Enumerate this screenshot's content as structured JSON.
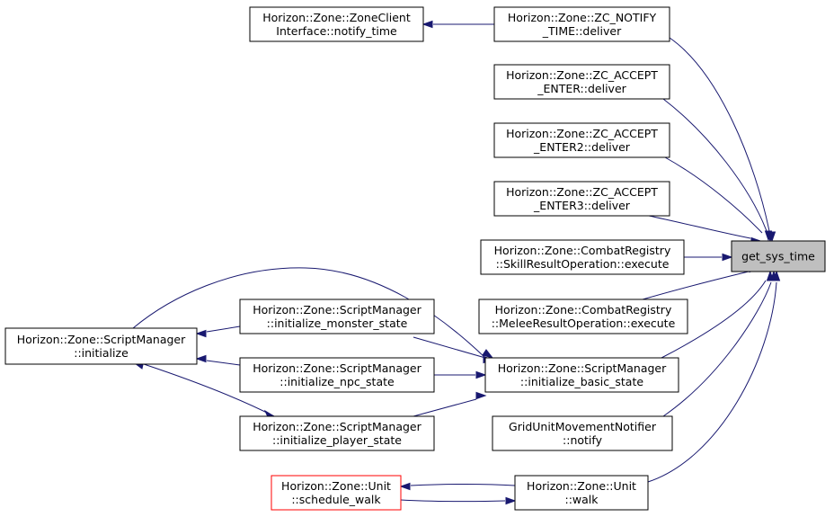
{
  "graph": {
    "nodes": {
      "get_sys_time": {
        "lines": [
          "get_sys_time"
        ]
      },
      "zoneclient_notify_time": {
        "lines": [
          "Horizon::Zone::ZoneClient",
          "Interface::notify_time"
        ]
      },
      "zc_notify_time_deliver": {
        "lines": [
          "Horizon::Zone::ZC_NOTIFY",
          "_TIME::deliver"
        ]
      },
      "zc_accept_enter_deliver": {
        "lines": [
          "Horizon::Zone::ZC_ACCEPT",
          "_ENTER::deliver"
        ]
      },
      "zc_accept_enter2_deliver": {
        "lines": [
          "Horizon::Zone::ZC_ACCEPT",
          "_ENTER2::deliver"
        ]
      },
      "zc_accept_enter3_deliver": {
        "lines": [
          "Horizon::Zone::ZC_ACCEPT",
          "_ENTER3::deliver"
        ]
      },
      "skillresult_execute": {
        "lines": [
          "Horizon::Zone::CombatRegistry",
          "::SkillResultOperation::execute"
        ]
      },
      "meleeresult_execute": {
        "lines": [
          "Horizon::Zone::CombatRegistry",
          "::MeleeResultOperation::execute"
        ]
      },
      "scriptmanager_initialize": {
        "lines": [
          "Horizon::Zone::ScriptManager",
          "::initialize"
        ]
      },
      "init_monster_state": {
        "lines": [
          "Horizon::Zone::ScriptManager",
          "::initialize_monster_state"
        ]
      },
      "init_npc_state": {
        "lines": [
          "Horizon::Zone::ScriptManager",
          "::initialize_npc_state"
        ]
      },
      "init_player_state": {
        "lines": [
          "Horizon::Zone::ScriptManager",
          "::initialize_player_state"
        ]
      },
      "init_basic_state": {
        "lines": [
          "Horizon::Zone::ScriptManager",
          "::initialize_basic_state"
        ]
      },
      "gridunit_notify": {
        "lines": [
          "GridUnitMovementNotifier",
          "::notify"
        ]
      },
      "unit_schedule_walk": {
        "lines": [
          "Horizon::Zone::Unit",
          "::schedule_walk"
        ]
      },
      "unit_walk": {
        "lines": [
          "Horizon::Zone::Unit",
          "::walk"
        ]
      }
    },
    "edges": [
      {
        "from": "zc_notify_time_deliver",
        "to": "zoneclient_notify_time"
      },
      {
        "from": "get_sys_time",
        "to": "zc_notify_time_deliver"
      },
      {
        "from": "get_sys_time",
        "to": "zc_accept_enter_deliver"
      },
      {
        "from": "get_sys_time",
        "to": "zc_accept_enter2_deliver"
      },
      {
        "from": "get_sys_time",
        "to": "zc_accept_enter3_deliver"
      },
      {
        "from": "get_sys_time",
        "to": "skillresult_execute"
      },
      {
        "from": "get_sys_time",
        "to": "meleeresult_execute"
      },
      {
        "from": "get_sys_time",
        "to": "init_basic_state"
      },
      {
        "from": "get_sys_time",
        "to": "gridunit_notify"
      },
      {
        "from": "get_sys_time",
        "to": "unit_walk"
      },
      {
        "from": "init_basic_state",
        "to": "scriptmanager_initialize"
      },
      {
        "from": "init_basic_state",
        "to": "init_monster_state"
      },
      {
        "from": "init_basic_state",
        "to": "init_npc_state"
      },
      {
        "from": "init_basic_state",
        "to": "init_player_state"
      },
      {
        "from": "init_monster_state",
        "to": "scriptmanager_initialize"
      },
      {
        "from": "init_npc_state",
        "to": "scriptmanager_initialize"
      },
      {
        "from": "init_player_state",
        "to": "scriptmanager_initialize"
      },
      {
        "from": "unit_walk",
        "to": "unit_schedule_walk"
      },
      {
        "from": "unit_schedule_walk",
        "to": "unit_walk"
      }
    ]
  }
}
